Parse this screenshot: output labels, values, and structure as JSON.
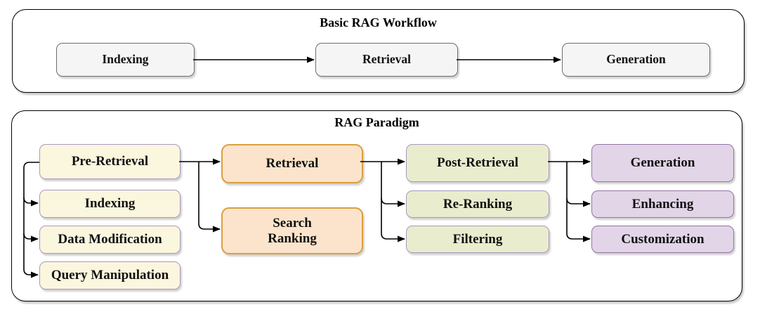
{
  "palette": {
    "panel_border": "#000000",
    "gray_fill": "#F5F5F5",
    "gray_border": "#6E6E6E",
    "cream_fill": "#FBF6DE",
    "cream_border": "#AA97BF",
    "orange_fill": "#FBE4CB",
    "orange_border": "#DC9F3E",
    "green_fill": "#E9EDCD",
    "green_border": "#AA97BF",
    "purple_fill": "#E2D5E7",
    "purple_border": "#9673A6",
    "arrow_color": "#000000"
  },
  "basic_workflow": {
    "title": "Basic RAG Workflow",
    "steps": [
      {
        "label": "Indexing"
      },
      {
        "label": "Retrieval"
      },
      {
        "label": "Generation"
      }
    ]
  },
  "rag_paradigm": {
    "title": "RAG Paradigm",
    "stages": [
      {
        "header": "Pre-Retrieval",
        "items": [
          {
            "label": "Indexing"
          },
          {
            "label": "Data Modification"
          },
          {
            "label": "Query Manipulation"
          }
        ]
      },
      {
        "header": "Retrieval",
        "items": [
          {
            "label": "Search\nRanking"
          }
        ]
      },
      {
        "header": "Post-Retrieval",
        "items": [
          {
            "label": "Re-Ranking"
          },
          {
            "label": "Filtering"
          }
        ]
      },
      {
        "header": "Generation",
        "items": [
          {
            "label": "Enhancing"
          },
          {
            "label": "Customization"
          }
        ]
      }
    ]
  }
}
